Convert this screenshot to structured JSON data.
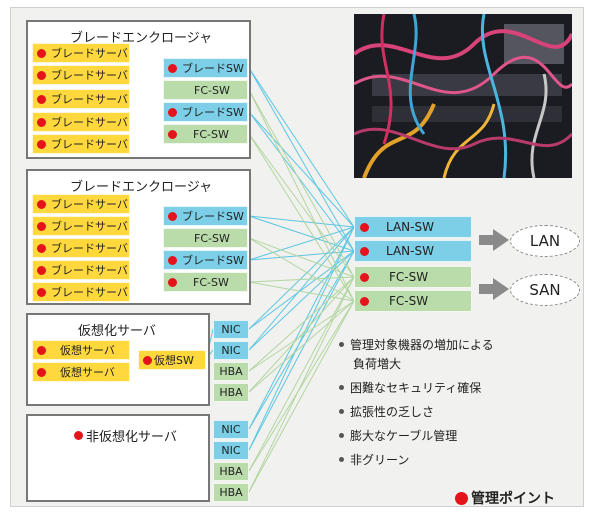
{
  "enclosure_title": "ブレードエンクロージャ",
  "blade_server": "ブレードサーバ",
  "blade_sw": "ブレードSW",
  "fc_sw": "FC-SW",
  "virt_title": "仮想化サーバ",
  "virtual_server": "仮想サーバ",
  "virtual_sw": "仮想SW",
  "nic": "NIC",
  "hba": "HBA",
  "nonvirt_title": "非仮想化サーバ",
  "lan_sw": "LAN-SW",
  "lan": "LAN",
  "san": "SAN",
  "bullets": [
    "管理対象機器の増加による",
    "負荷増大",
    "困難なセキュリティ確保",
    "拡張性の乏しさ",
    "膨大なケーブル管理",
    "非グリーン"
  ],
  "legend": "管理ポイント",
  "colors": {
    "management_point": "#e3141c",
    "server_box": "#ffd83d",
    "lan_box": "#7ccfe6",
    "fc_box": "#b9dcaa",
    "lan_cable": "#5bc7e3",
    "fc_cable": "#b2d6a0"
  }
}
